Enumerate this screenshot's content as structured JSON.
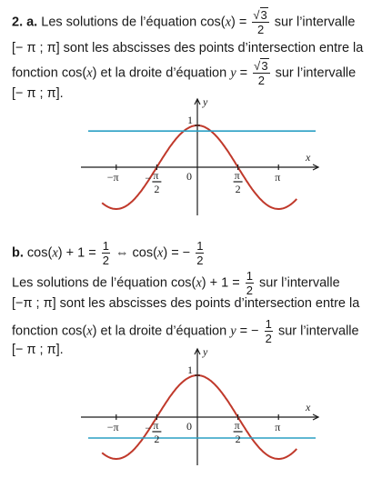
{
  "part_a": {
    "line1": {
      "label": "2. a.",
      "text1": "Les solutions de l’équation",
      "cos_x": "cos(",
      "var_x": "x",
      "close_eq": ") =",
      "sqrt3": "3",
      "den": "2",
      "text2": "sur l’intervalle"
    },
    "line2": "[− π ; π] sont les abscisses des points d’intersection entre la",
    "line3": {
      "text1": "fonction cos(",
      "var_x": "x",
      "text2": ") et la droite d’équation",
      "var_y": "y",
      "eq": "=",
      "sqrt3": "3",
      "den": "2",
      "text3": "sur l’intervalle"
    },
    "line4": "[− π ; π].",
    "graph": {
      "horizontal_line_value": 0.866,
      "labels": {
        "one": "1",
        "y": "y",
        "x": "x",
        "zero": "0",
        "minus_pi": "−π",
        "pi": "π",
        "minus_pi2_num": "π",
        "pi2_num": "π",
        "two": "2",
        "minus_sign": "−"
      }
    }
  },
  "part_b": {
    "line1": {
      "label": "b.",
      "lhs": "cos(",
      "var_x": "x",
      "plus": ") + 1 =",
      "num": "1",
      "den": "2",
      "iff": "⇔ cos(",
      "var_x2": "x",
      "rhs": ") = −",
      "num2": "1",
      "den2": "2"
    },
    "line2": {
      "text1": "Les solutions de l’équation",
      "eq": "cos(",
      "var_x": "x",
      "eq2": ") + 1 =",
      "num": "1",
      "den": "2",
      "text2": "sur l’intervalle"
    },
    "line3": "[−π ; π] sont les abscisses des points d’intersection entre la",
    "line4": {
      "text1": "fonction cos(",
      "var_x": "x",
      "text2": ") et la droite d’équation",
      "var_y": "y",
      "eq": "= −",
      "num": "1",
      "den": "2",
      "text3": "sur l’intervalle"
    },
    "line5": "[− π ; π].",
    "graph": {
      "horizontal_line_value": -0.5,
      "labels": {
        "one": "1",
        "y": "y",
        "x": "x",
        "zero": "0",
        "minus_pi": "−π",
        "pi": "π",
        "minus_pi2_num": "π",
        "pi2_num": "π",
        "two": "2",
        "minus_sign": "−"
      }
    }
  },
  "colors": {
    "curve": "#c0392b",
    "line": "#2a9fc4",
    "text": "#1a1a1a"
  }
}
